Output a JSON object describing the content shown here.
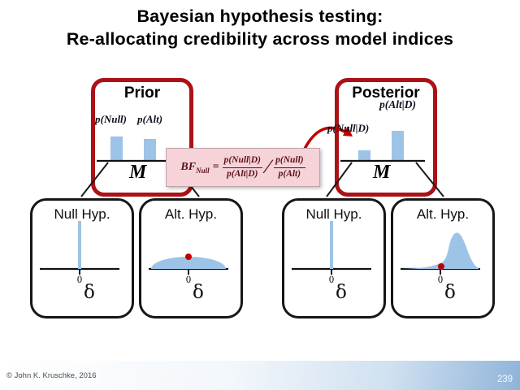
{
  "title": {
    "line1": "Bayesian hypothesis testing:",
    "line2": "Re-allocating credibility across model indices"
  },
  "prior": {
    "label": "Prior",
    "p_null": "p(Null)",
    "p_alt": "p(Alt)",
    "m": "M"
  },
  "posterior": {
    "label": "Posterior",
    "p_null_d": "p(Null|D)",
    "p_alt_d": "p(Alt|D)",
    "m": "M"
  },
  "formula": {
    "lhs": "BF",
    "lhs_sub": "Null",
    "equals": "=",
    "frac1_num": "p(Null|D)",
    "frac1_den": "p(Alt|D)",
    "divider": "∕",
    "frac2_num": "p(Null)",
    "frac2_den": "p(Alt)"
  },
  "panels": [
    {
      "title": "Null Hyp.",
      "zero_label": "0",
      "axis_label": "δ",
      "distribution": "spike-at-zero"
    },
    {
      "title": "Alt. Hyp.",
      "zero_label": "0",
      "axis_label": "δ",
      "distribution": "flat-dome-prior"
    },
    {
      "title": "Null Hyp.",
      "zero_label": "0",
      "axis_label": "δ",
      "distribution": "spike-at-zero"
    },
    {
      "title": "Alt. Hyp.",
      "zero_label": "0",
      "axis_label": "δ",
      "distribution": "right-skewed-posterior"
    }
  ],
  "footer": {
    "copyright": "© John K. Kruschke, 2016",
    "page_number": "239"
  },
  "colors": {
    "bar_fill": "#9DC3E6",
    "box_border_red": "#AB1216",
    "formula_bg": "#F5D3D9",
    "formula_text": "#5C1218",
    "dot_red": "#C00000"
  }
}
